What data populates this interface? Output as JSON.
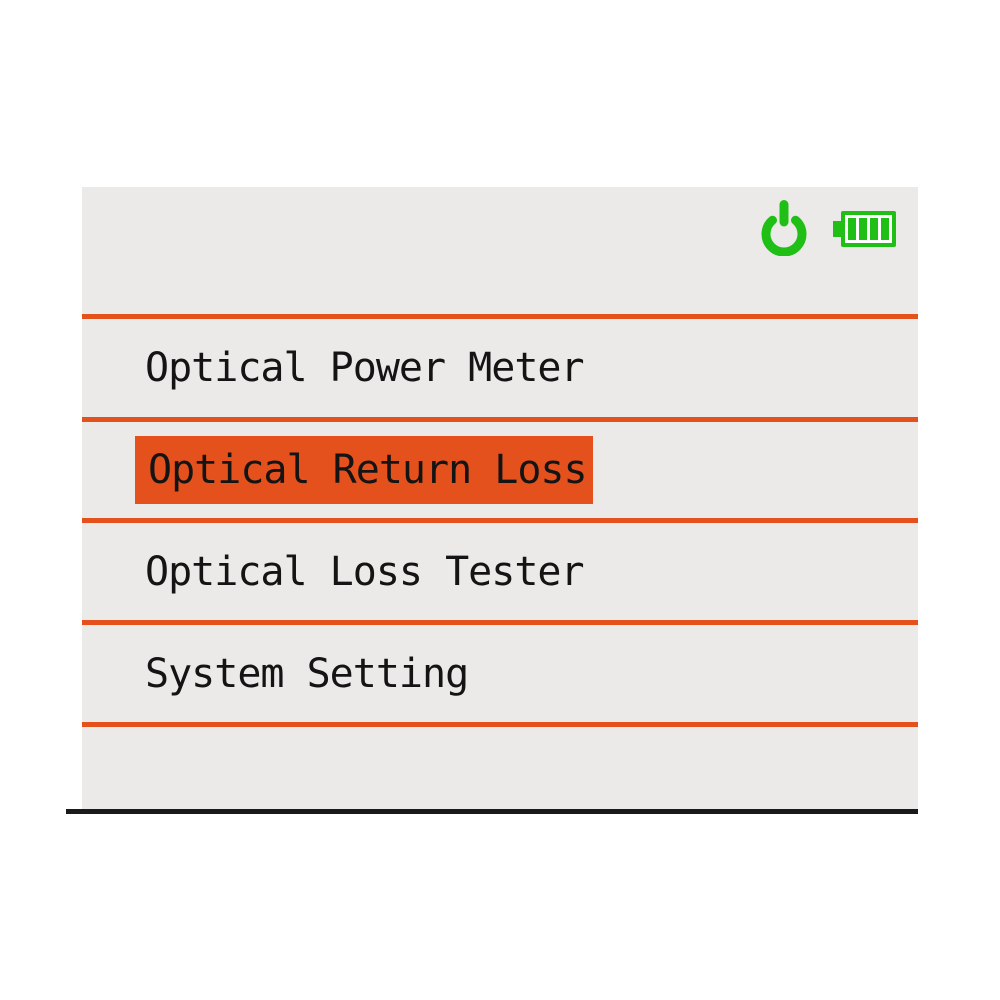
{
  "screen": {
    "background_color": "#ECEAE8",
    "status_bar": {
      "icons": [
        {
          "name": "power-icon",
          "color": "#1FBF15"
        },
        {
          "name": "battery-icon",
          "color": "#1FBF15",
          "bars": 4
        }
      ]
    },
    "menu": {
      "items": [
        {
          "label": "Optical Power Meter",
          "selected": false
        },
        {
          "label": "Optical Return Loss",
          "selected": true
        },
        {
          "label": "Optical Loss Tester",
          "selected": false
        },
        {
          "label": "System Setting",
          "selected": false
        }
      ]
    }
  },
  "colors": {
    "accent_orange": "#E5511D",
    "status_green": "#1FBF15",
    "screen_background": "#ECEAE8",
    "text": "#141414",
    "bottom_rule": "#1A1A1A",
    "page_background": "#FFFFFF"
  }
}
